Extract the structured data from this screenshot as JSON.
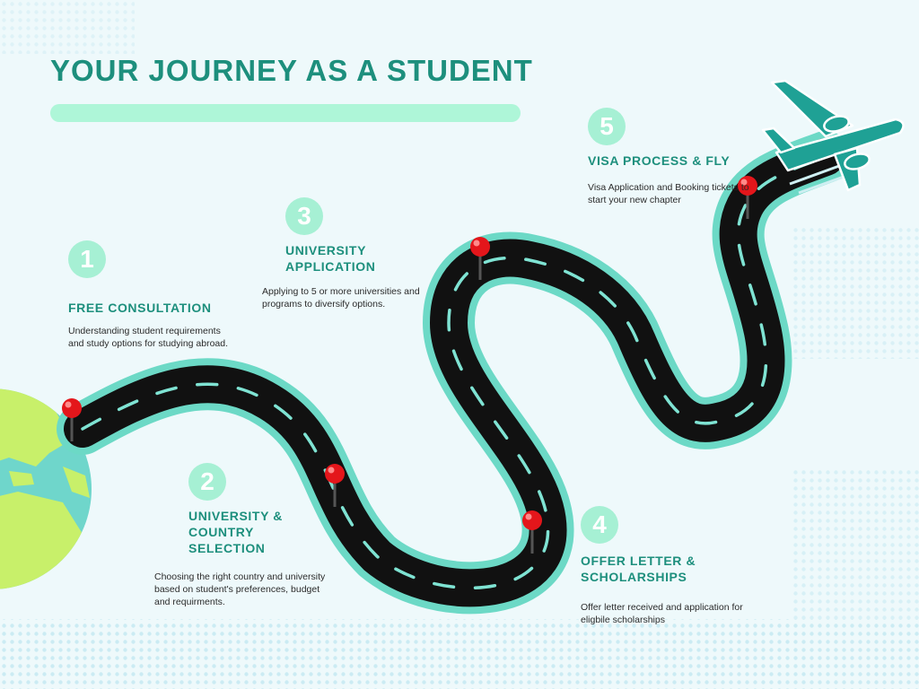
{
  "title": "YOUR JOURNEY AS A STUDENT",
  "steps": [
    {
      "number": "1",
      "title": "FREE CONSULTATION",
      "description": "Understanding student requirements and study options for studying abroad."
    },
    {
      "number": "2",
      "title": "UNIVERSITY & COUNTRY SELECTION",
      "description": "Choosing the right country and university based on student's preferences, budget and requirments."
    },
    {
      "number": "3",
      "title": "UNIVERSITY APPLICATION",
      "description": "Applying to 5 or more universities and programs to diversify options."
    },
    {
      "number": "4",
      "title": "OFFER LETTER & SCHOLARSHIPS",
      "description": "Offer letter received and application for eligbile scholarships"
    },
    {
      "number": "5",
      "title": "VISA PROCESS & FLY",
      "description": "Visa Application and Booking tickets to start your new chapter"
    }
  ],
  "colors": {
    "background": "#eef9fb",
    "accent": "#1d8f7d",
    "badge": "#a6f0d4",
    "road": "#111111",
    "road_border": "#6cd9c6",
    "pin": "#e4161b",
    "globe_ocean": "#6fd6cb",
    "globe_land": "#c8f06a"
  },
  "icons": [
    "globe-icon",
    "road-icon",
    "location-pin-icon",
    "airplane-icon"
  ]
}
